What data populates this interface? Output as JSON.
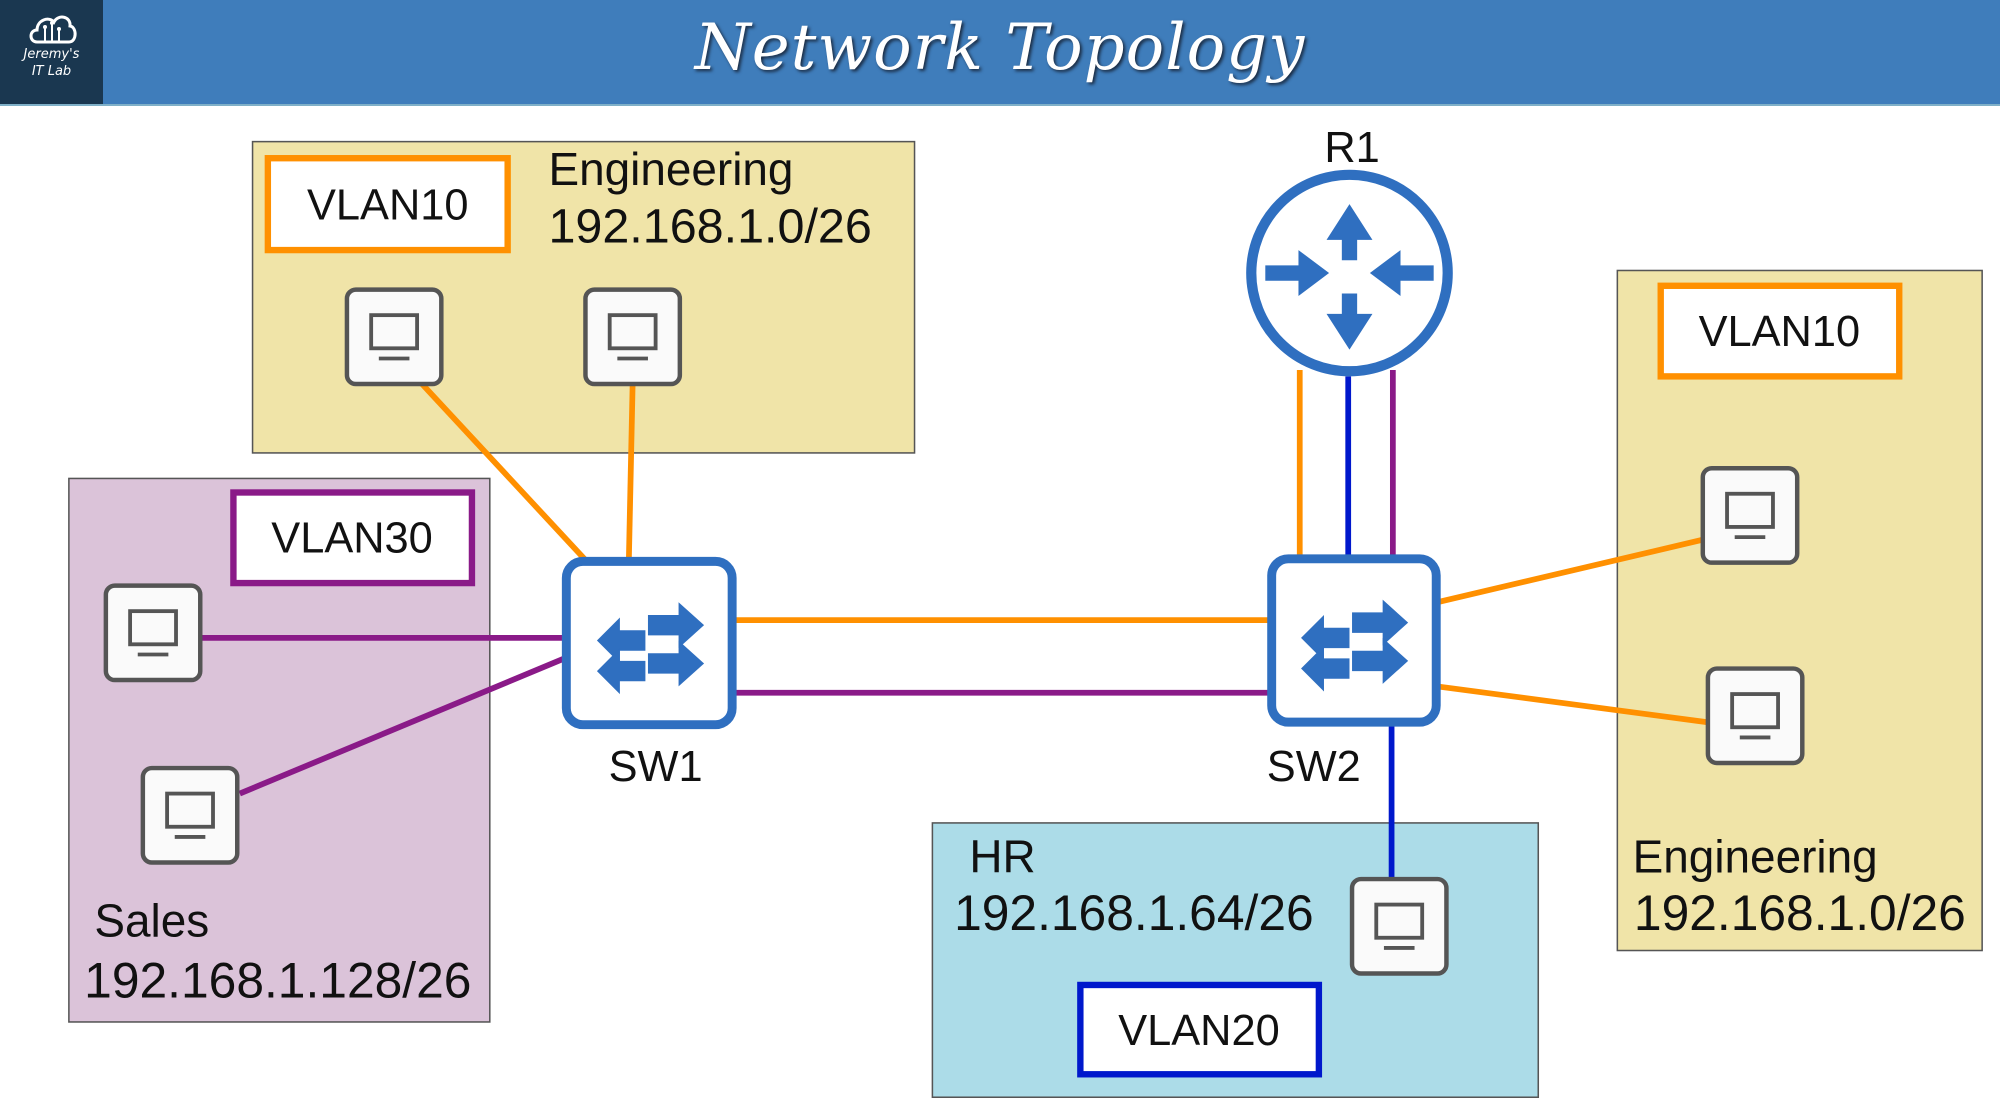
{
  "header": {
    "title": "Network Topology",
    "logo_line1": "Jeremy's",
    "logo_line2": "IT Lab",
    "logo_icon": "cloud-circuit-icon"
  },
  "colors": {
    "header_bg": "#3f7dbb",
    "logo_bg": "#1a3750",
    "vlan10": "#ff9000",
    "vlan20": "#0018cc",
    "vlan30": "#8a1a88",
    "device_blue": "#2f6fc0",
    "engineering_zone": "#f0e4a8",
    "sales_zone": "#dbc3d9",
    "hr_zone": "#acdce8"
  },
  "devices": {
    "r1": {
      "label": "R1",
      "icon": "router-icon"
    },
    "sw1": {
      "label": "SW1",
      "icon": "switch-icon"
    },
    "sw2": {
      "label": "SW2",
      "icon": "switch-icon"
    }
  },
  "zones": {
    "eng_left": {
      "vlan": "VLAN10",
      "name": "Engineering",
      "subnet": "192.168.1.0/26",
      "pcs": 2
    },
    "sales": {
      "vlan": "VLAN30",
      "name": "Sales",
      "subnet": "192.168.1.128/26",
      "pcs": 2
    },
    "eng_right": {
      "vlan": "VLAN10",
      "name": "Engineering",
      "subnet": "192.168.1.0/26",
      "pcs": 2
    },
    "hr": {
      "vlan": "VLAN20",
      "name": "HR",
      "subnet": "192.168.1.64/26",
      "pcs": 1
    }
  },
  "links": [
    {
      "from": "eng_left.pc1",
      "to": "SW1",
      "vlan": "VLAN10"
    },
    {
      "from": "eng_left.pc2",
      "to": "SW1",
      "vlan": "VLAN10"
    },
    {
      "from": "sales.pc1",
      "to": "SW1",
      "vlan": "VLAN30"
    },
    {
      "from": "sales.pc2",
      "to": "SW1",
      "vlan": "VLAN30"
    },
    {
      "from": "SW1",
      "to": "SW2",
      "vlan": "VLAN10"
    },
    {
      "from": "SW1",
      "to": "SW2",
      "vlan": "VLAN30"
    },
    {
      "from": "SW2",
      "to": "R1",
      "vlan": "VLAN10"
    },
    {
      "from": "SW2",
      "to": "R1",
      "vlan": "VLAN20"
    },
    {
      "from": "SW2",
      "to": "R1",
      "vlan": "VLAN30"
    },
    {
      "from": "SW2",
      "to": "eng_right.pc1",
      "vlan": "VLAN10"
    },
    {
      "from": "SW2",
      "to": "eng_right.pc2",
      "vlan": "VLAN10"
    },
    {
      "from": "SW2",
      "to": "hr.pc1",
      "vlan": "VLAN20"
    }
  ]
}
